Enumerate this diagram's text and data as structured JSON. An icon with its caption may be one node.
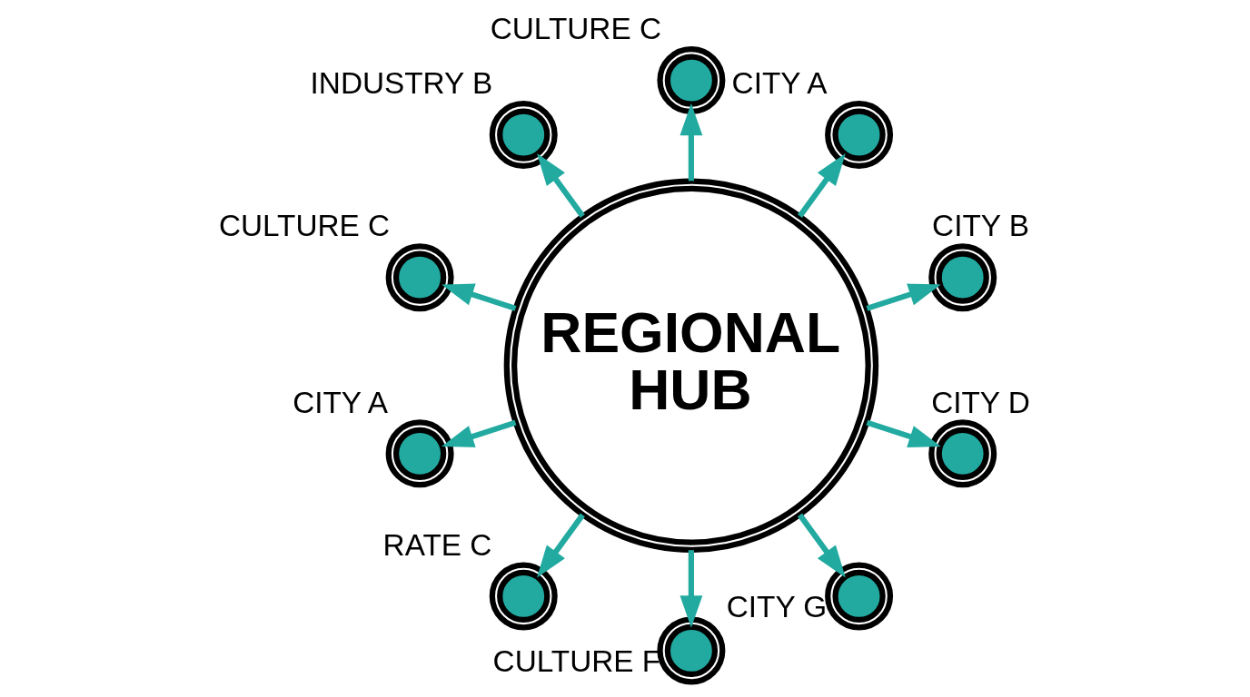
{
  "diagram": {
    "nodes": [
      {
        "text": [
          "CITY B"
        ]
      },
      {
        "text": [
          "CITY A"
        ]
      },
      {
        "text": [
          "CULTURE C"
        ]
      },
      {
        "text": [
          "REGIONAL HUB"
        ]
      },
      {
        "text": [
          "INDUSTRY B"
        ]
      },
      {
        "text": [
          "CULTURE C"
        ]
      },
      {
        "text": [
          "CITY A"
        ]
      },
      {
        "text": [
          "RATE C"
        ]
      },
      {
        "text": [
          "CULTURE F"
        ]
      },
      {
        "text": [
          "CITY G"
        ]
      },
      {
        "text": [
          "CITY D"
        ]
      }
    ],
    "edges": [
      {
        "from": 3,
        "to": 0,
        "arrow": "to"
      },
      {
        "from": 3,
        "to": 1,
        "arrow": "to"
      },
      {
        "from": 3,
        "to": 2,
        "arrow": "to"
      },
      {
        "from": 3,
        "to": 4,
        "arrow": "to"
      },
      {
        "from": 3,
        "to": 5,
        "arrow": "to"
      },
      {
        "from": 3,
        "to": 6,
        "arrow": "to"
      },
      {
        "from": 3,
        "to": 7,
        "arrow": "to"
      },
      {
        "from": 3,
        "to": 8,
        "arrow": "to"
      },
      {
        "from": 3,
        "to": 9,
        "arrow": "to"
      },
      {
        "from": 3,
        "to": 10,
        "arrow": "to"
      }
    ]
  }
}
